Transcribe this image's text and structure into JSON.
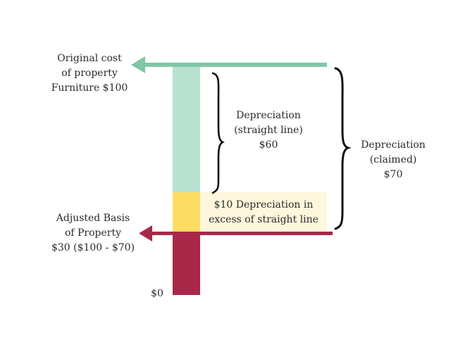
{
  "colors": {
    "original_cost": "#b9e1d0",
    "original_cost_arrow": "#80c6a6",
    "excess": "#fcdc62",
    "excess_box": "#fef7dc",
    "adjusted_basis": "#a8284a",
    "bracket": "#111111"
  },
  "labels": {
    "original_cost": [
      "Original cost",
      "of property",
      "Furniture $100"
    ],
    "adjusted_basis": [
      "Adjusted Basis",
      "of Property",
      "$30 ($100 - $70)"
    ],
    "zero": "$0",
    "straight_line": [
      "Depreciation",
      "(straight line)",
      "$60"
    ],
    "claimed": [
      "Depreciation",
      "(claimed)",
      "$70"
    ],
    "excess": [
      "$10 Depreciation in",
      "excess of straight line"
    ]
  },
  "values": {
    "original_cost": 100,
    "straight_line_depreciation": 60,
    "excess_depreciation": 10,
    "claimed_depreciation": 70,
    "adjusted_basis": 30
  }
}
